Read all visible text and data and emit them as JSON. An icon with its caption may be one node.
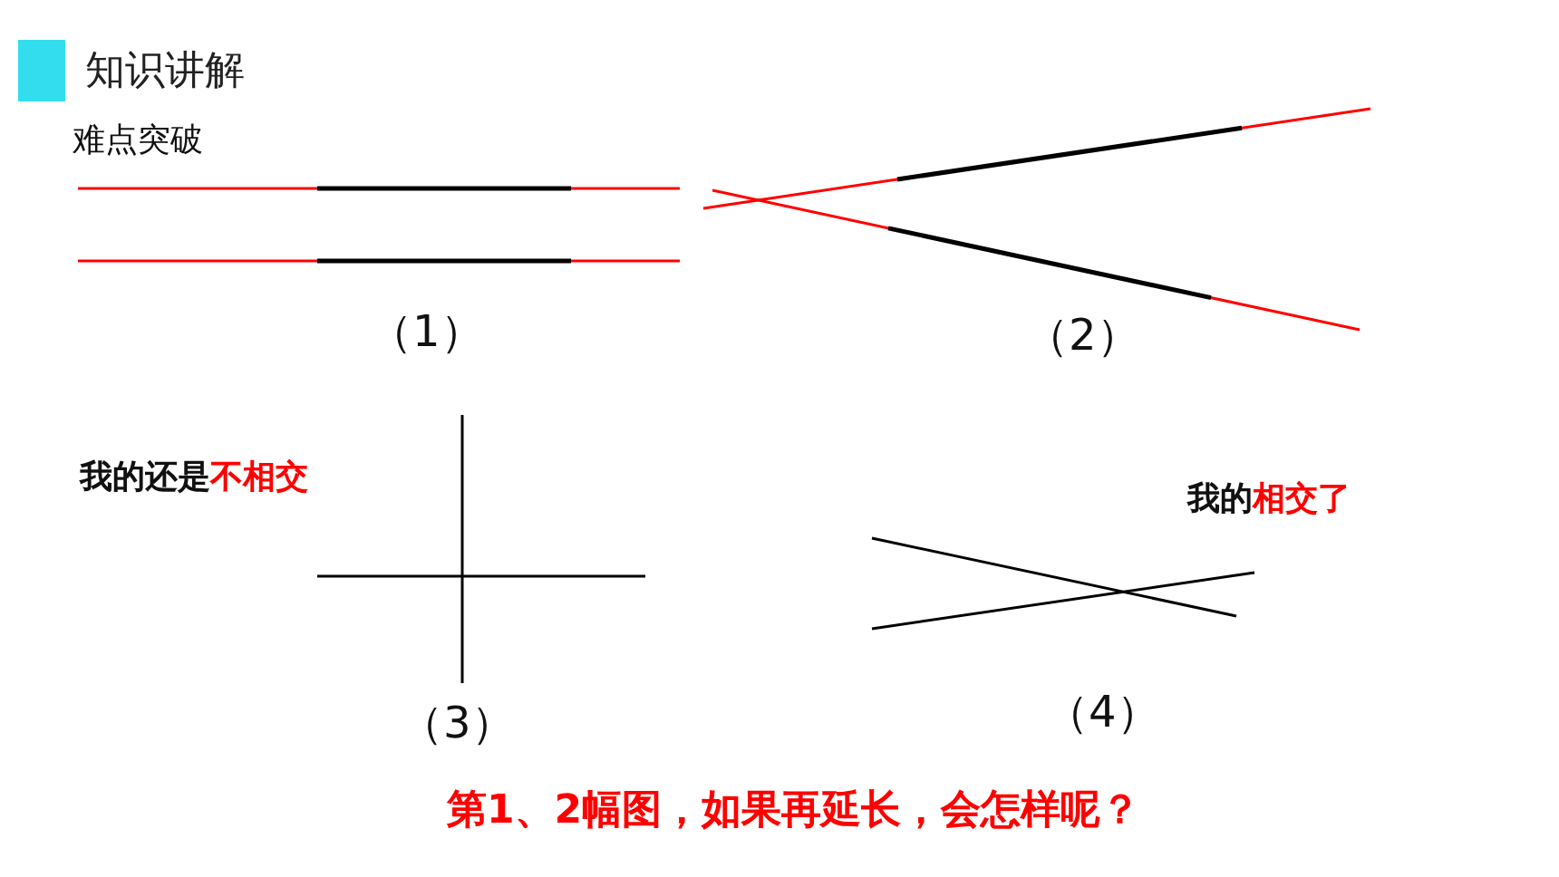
{
  "diagram": {
    "title": "知识讲解",
    "caption": "第1、2幅图，如果再延长，会怎样呢？",
    "labels": [
      "难点突破",
      "（1）",
      "（2）",
      "我的还是**不相交**",
      "我的**相交了**",
      "（3）",
      "（4）"
    ]
  }
}
